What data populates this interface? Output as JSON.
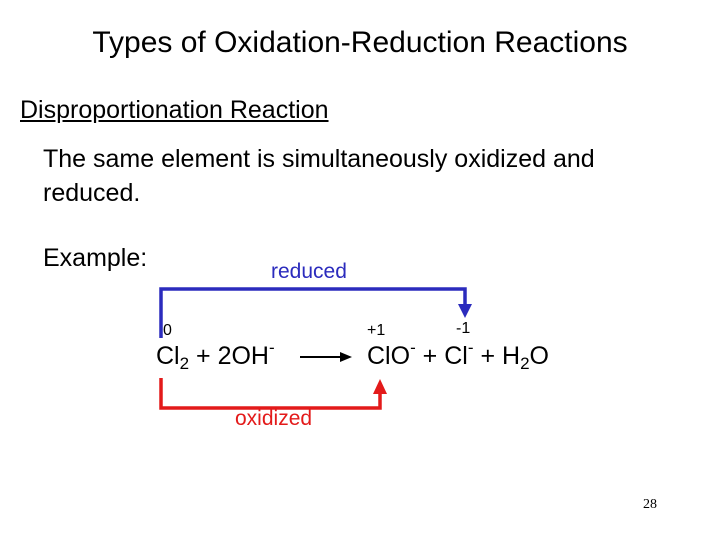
{
  "slide": {
    "title": "Types of Oxidation-Reduction Reactions",
    "section": "Disproportionation Reaction",
    "description": "The same element is simultaneously oxidized and reduced.",
    "example_label": "Example:",
    "page_number": "28"
  },
  "equation": {
    "reduced_label": "reduced",
    "oxidized_label": "oxidized",
    "ox_states": {
      "cl2": "0",
      "clo": "+1",
      "cl": "-1"
    },
    "reactants": {
      "cl": "Cl",
      "cl_sub": "2",
      "plus1": " + 2OH",
      "oh_sup": "-"
    },
    "products": {
      "clo": "ClO",
      "clo_sup": "-",
      "plus2": " + Cl",
      "cl_sup": "-",
      "plus3": " + H",
      "h_sub": "2",
      "o": "O"
    },
    "colors": {
      "reduced": "#2b2bbd",
      "oxidized": "#e31a1a",
      "reaction_arrow": "#000000"
    }
  }
}
